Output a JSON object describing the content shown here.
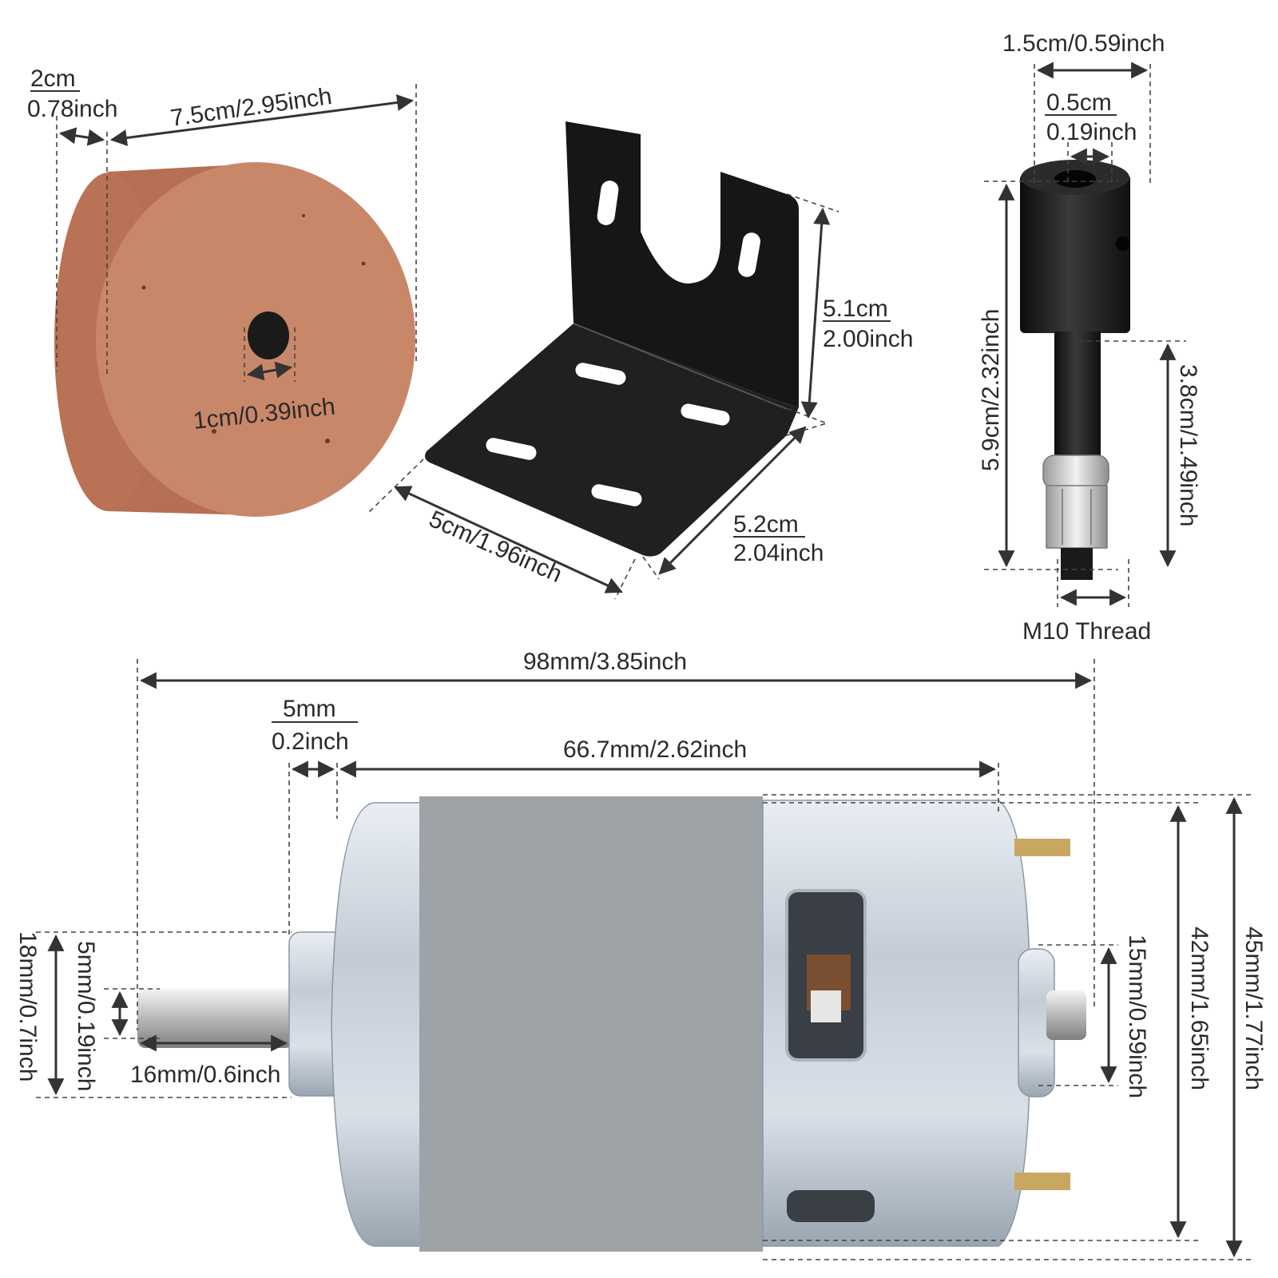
{
  "wheel": {
    "thickness_top": "2cm",
    "thickness_bottom": "0.78inch",
    "diameter": "7.5cm/2.95inch",
    "hole": "1cm/0.39inch"
  },
  "bracket": {
    "height_top": "5.1cm",
    "height_bottom": "2.00inch",
    "width": "5cm/1.96inch",
    "depth_top": "5.2cm",
    "depth_bottom": "2.04inch"
  },
  "adapter": {
    "outer": "1.5cm/0.59inch",
    "bore_top": "0.5cm",
    "bore_bottom": "0.19inch",
    "length": "5.9cm/2.32inch",
    "shaft_length": "3.8cm/1.49inch",
    "thread": "M10 Thread"
  },
  "motor": {
    "overall_length": "98mm/3.85inch",
    "boss_top": "5mm",
    "boss_bottom": "0.2inch",
    "body_length": "66.7mm/2.62inch",
    "boss_diameter": "18mm/0.7inch",
    "shaft_diameter": "5mm/0.19inch",
    "shaft_length": "16mm/0.6inch",
    "rear_boss": "15mm/0.59inch",
    "body_diameter": "42mm/1.65inch",
    "total_height": "45mm/1.77inch"
  },
  "colors": {
    "wheel": "#c9876a",
    "bracket": "#161616",
    "adapter": "#1c1c1c",
    "motor_can": "#c9d4e0",
    "motor_sleeve": "#9ea3a8"
  }
}
